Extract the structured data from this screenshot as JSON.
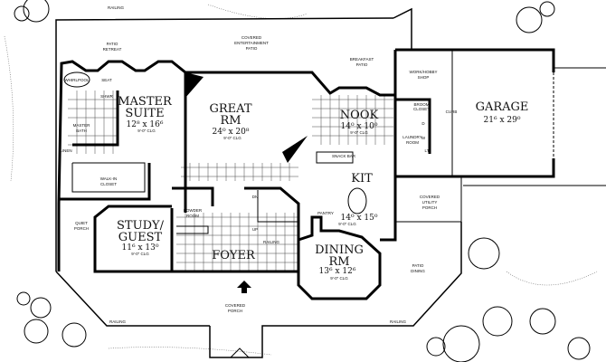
{
  "plan": {
    "railing": "RAILING",
    "ceiling": "9'-0\" CLG",
    "rooms": {
      "patio_retreat": [
        "PATIO",
        "RETREAT"
      ],
      "entertainment_patio": [
        "COVERED",
        "ENTERTAINMENT",
        "PATIO"
      ],
      "breakfast_patio": [
        "BREAKFAST",
        "PATIO"
      ],
      "work_shop": [
        "WORK/HOBBY",
        "SHOP"
      ],
      "garage": {
        "name": "GARAGE",
        "dims": "21⁶ x 29⁰"
      },
      "master_suite": {
        "name": [
          "MASTER",
          "SUITE"
        ],
        "dims": "12⁸ x 16⁶"
      },
      "great_rm": {
        "name": [
          "GREAT",
          "RM"
        ],
        "dims": "24⁰ x 20⁸"
      },
      "nook": {
        "name": "NOOK",
        "dims": "14⁰ x 10⁰"
      },
      "kit": {
        "name": "KIT",
        "dims": "14⁰ x 15⁰"
      },
      "dining_rm": {
        "name": [
          "DINING",
          "RM"
        ],
        "dims": "13⁶ x 12⁶"
      },
      "study_guest": {
        "name": [
          "STUDY/",
          "GUEST"
        ],
        "dims": "11⁶ x 13⁰"
      },
      "foyer": "FOYER",
      "covered_porch": [
        "COVERED",
        "PORCH"
      ],
      "quiet_porch": [
        "QUIET",
        "PORCH"
      ],
      "patio_dining": [
        "PATIO",
        "DINING"
      ],
      "utility_porch": [
        "COVERED",
        "UTILITY",
        "PORCH"
      ],
      "laundry": [
        "LAUNDRY",
        "ROOM"
      ],
      "broom_closet": [
        "BROOM",
        "CLOSET"
      ],
      "powder_room": [
        "POWDER",
        "ROOM"
      ],
      "walk_in_closet": [
        "WALK-IN",
        "CLOSET"
      ],
      "master_bath": [
        "MASTER",
        "BATH"
      ],
      "whirlpool": "WHIRLPOOL",
      "seat": "SEAT",
      "shwr": "SHWR",
      "linen": "LINEN",
      "snack_bar": "SNACK BAR",
      "pantry": "PANTRY",
      "curb": "CURB",
      "dn": "DN",
      "up": "UP",
      "dryer": "D",
      "washer": "W",
      "laundry_tub": "LT"
    }
  }
}
